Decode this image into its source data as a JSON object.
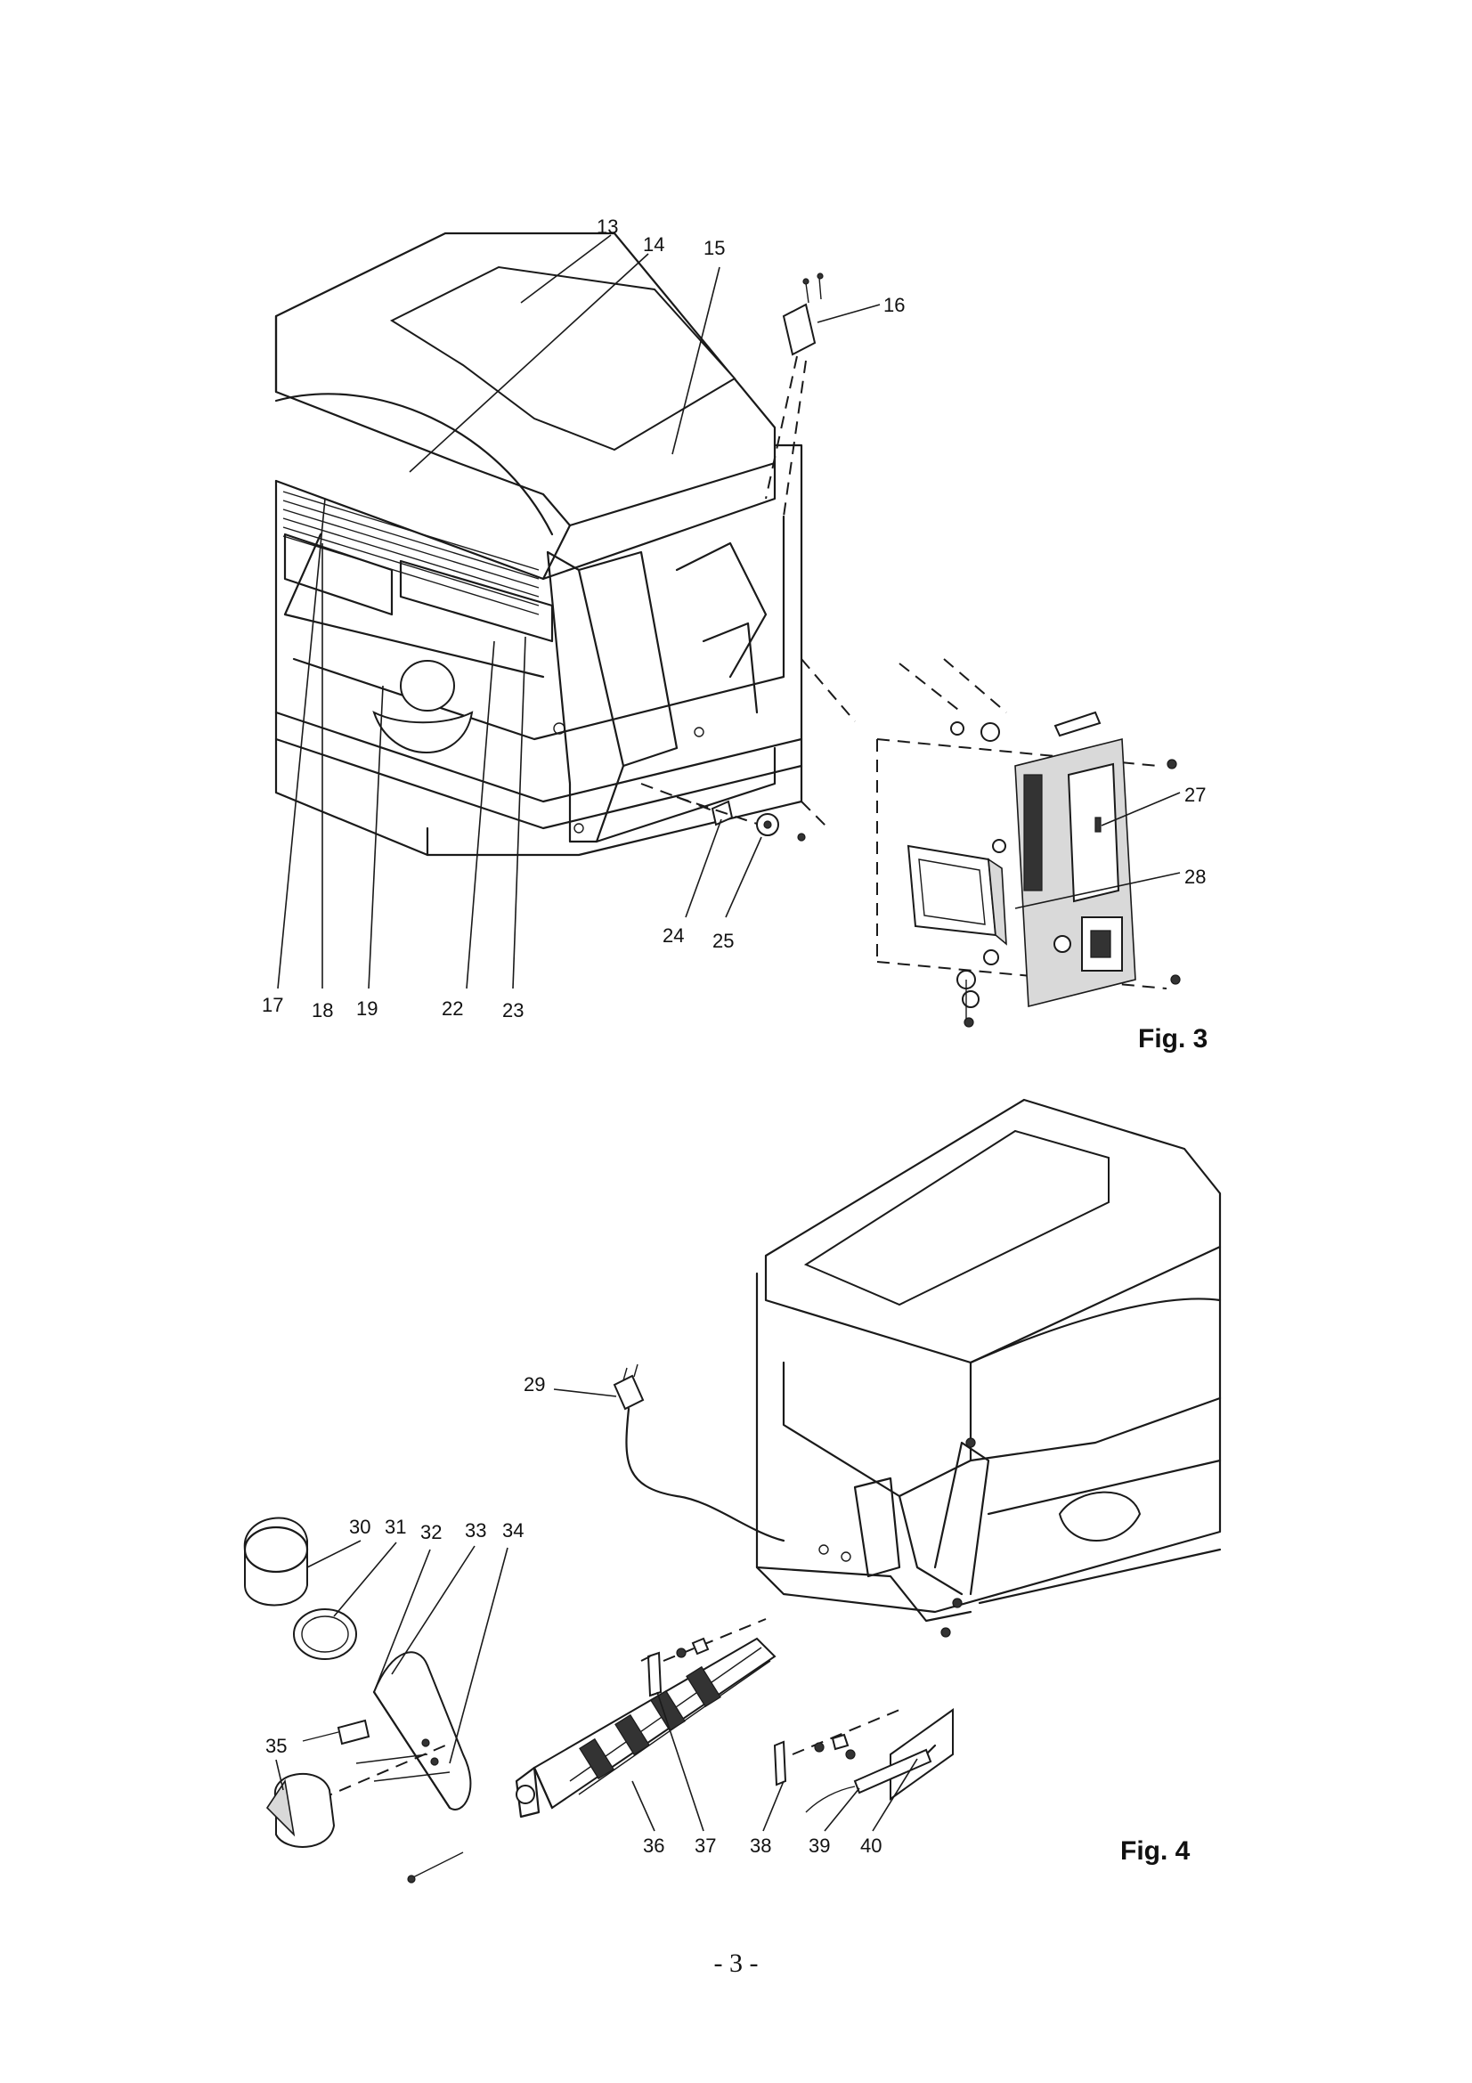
{
  "figure3": {
    "caption": "Fig. 3",
    "callouts": [
      "13",
      "14",
      "15",
      "16",
      "17",
      "18",
      "19",
      "22",
      "23",
      "24",
      "25",
      "27",
      "28"
    ]
  },
  "figure4": {
    "caption": "Fig. 4",
    "callouts": [
      "29",
      "30",
      "31",
      "32",
      "33",
      "34",
      "35",
      "36",
      "37",
      "38",
      "39",
      "40"
    ]
  },
  "page_number": "- 3 -"
}
